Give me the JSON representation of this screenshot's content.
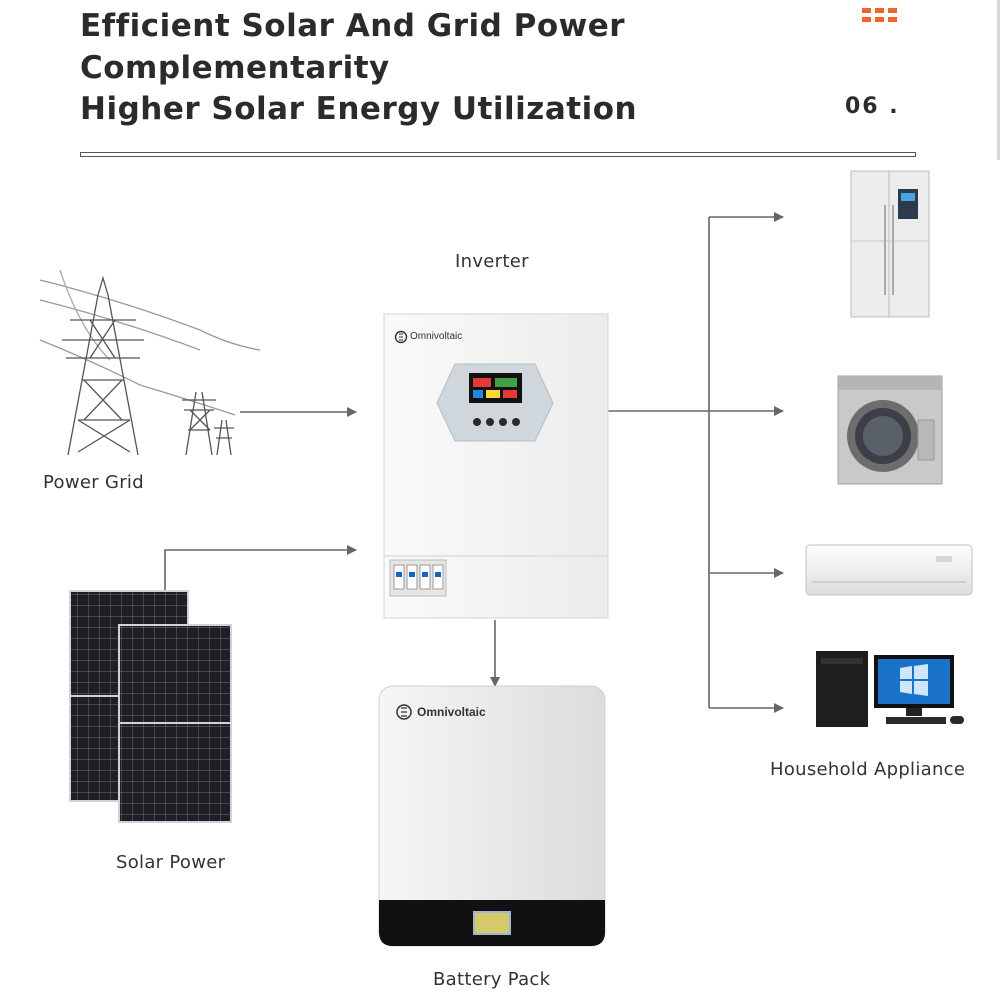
{
  "header": {
    "title_lines": [
      "Efficient Solar And Grid Power",
      "Complementarity",
      "Higher Solar Energy Utilization"
    ],
    "page_number": "06 .",
    "accent_color": "#f0642b"
  },
  "nodes": {
    "inverter_label": "Inverter",
    "power_grid_label": "Power Grid",
    "solar_power_label": "Solar Power",
    "battery_pack_label": "Battery Pack",
    "household_label": "Household Appliance"
  },
  "devices": {
    "inverter_brand": "Omnivoltaic",
    "battery_brand": "Omnivoltaic",
    "appliances": [
      "refrigerator-icon",
      "washing-machine-icon",
      "air-conditioner-icon",
      "desktop-computer-icon"
    ]
  }
}
